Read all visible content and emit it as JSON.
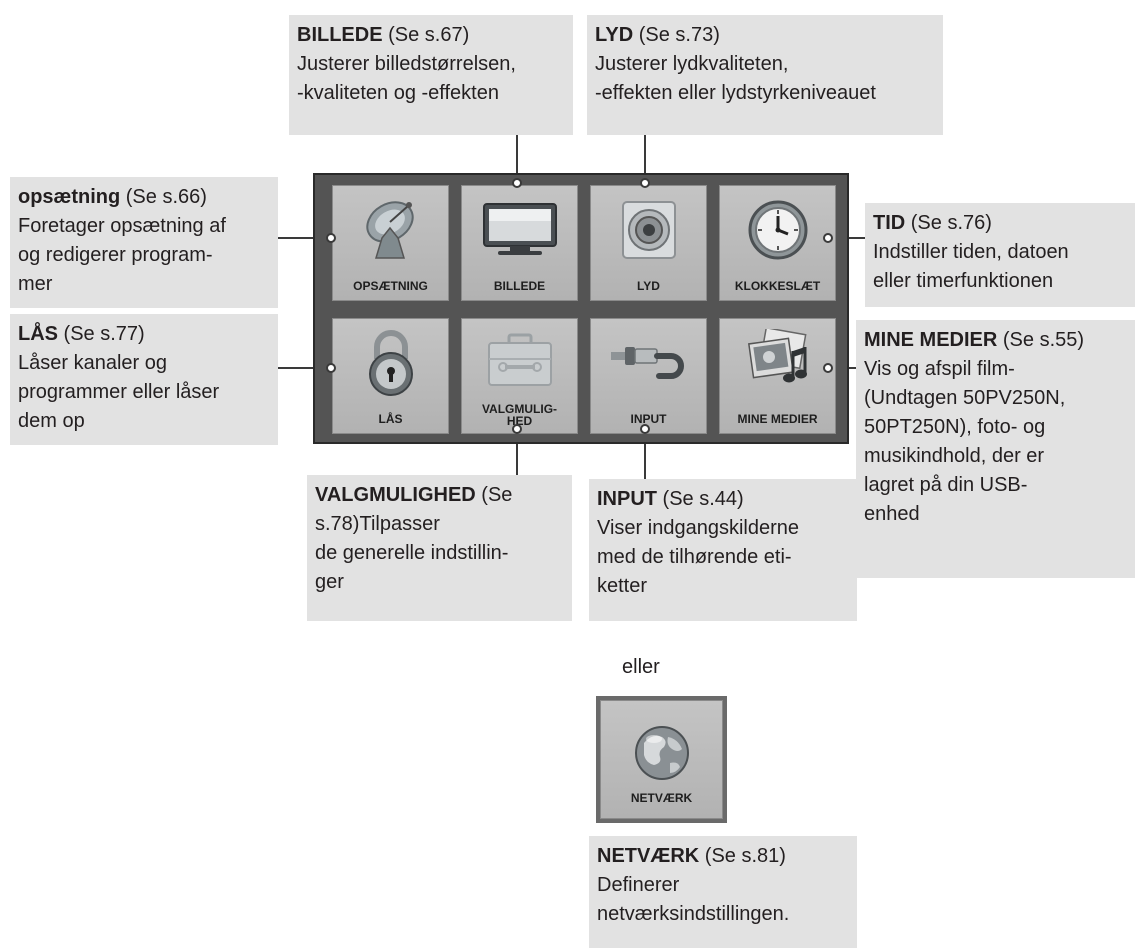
{
  "tiles": [
    {
      "label": "OPSÆTNING",
      "icon": "satellite-dish-icon"
    },
    {
      "label": "BILLEDE",
      "icon": "tv-monitor-icon"
    },
    {
      "label": "LYD",
      "icon": "speaker-icon"
    },
    {
      "label": "KLOKKESLÆT",
      "icon": "clock-icon"
    },
    {
      "label": "LÅS",
      "icon": "padlock-icon"
    },
    {
      "label_line1": "VALGMULIG-",
      "label_line2": "HED",
      "icon": "toolbox-icon"
    },
    {
      "label": "INPUT",
      "icon": "cable-connector-icon"
    },
    {
      "label": "MINE MEDIER",
      "icon": "media-photos-music-icon"
    }
  ],
  "network_tile": {
    "label": "NETVÆRK",
    "icon": "globe-icon"
  },
  "or_text": "eller",
  "callouts": {
    "billede": {
      "title": "BILLEDE",
      "ref": " (Se s.67)",
      "lines": [
        "Justerer billedstørrelsen,",
        "-kvaliteten og -effekten"
      ]
    },
    "lyd": {
      "title": "LYD",
      "ref": " (Se s.73)",
      "lines": [
        "Justerer lydkvaliteten,",
        "-effekten eller lydstyrkeniveauet"
      ]
    },
    "opsaetning": {
      "title": "opsætning",
      "ref": " (Se s.66)",
      "lines": [
        "Foretager opsætning af",
        "og redigerer program-",
        "mer"
      ]
    },
    "tid": {
      "title": "TID",
      "ref": " (Se s.76)",
      "lines": [
        "Indstiller tiden, datoen",
        "eller timerfunktionen"
      ]
    },
    "laas": {
      "title": "LÅS",
      "ref": " (Se s.77)",
      "lines": [
        "Låser kanaler og",
        "programmer eller låser",
        "dem op"
      ]
    },
    "mine_medier": {
      "title": "MINE MEDIER",
      "ref": " (Se s.55)",
      "lines": [
        "Vis og afspil film-",
        "(Undtagen 50PV250N,",
        "50PT250N), foto- og",
        "musikindhold, der er",
        "lagret på din USB-",
        "enhed"
      ]
    },
    "valgmulighed": {
      "title": "VALGMULIGHED",
      "ref": " (Se",
      "lines": [
        "s.78)Tilpasser",
        "de generelle indstillin-",
        "ger"
      ]
    },
    "input": {
      "title": "INPUT",
      "ref": " (Se s.44)",
      "lines": [
        "Viser indgangskilderne",
        "med de tilhørende eti-",
        "ketter"
      ]
    },
    "netvaerk": {
      "title": "NETVÆRK",
      "ref": " (Se s.81)",
      "lines": [
        "Definerer",
        "netværksindstillingen."
      ]
    }
  }
}
